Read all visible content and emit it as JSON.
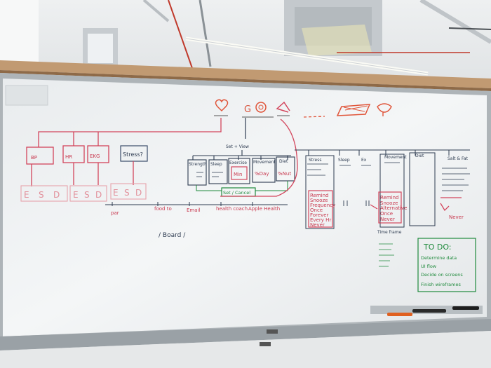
{
  "board": {
    "top_row": {
      "acronyms": [
        "BP",
        "HR",
        "EKG"
      ],
      "stress_box": "Stress?",
      "esd_groups": [
        "E",
        "S",
        "D"
      ],
      "g_label": "G"
    },
    "center_tree": {
      "branch_label": "Set + View",
      "categories": [
        "Strength",
        "Sleep",
        "Exercise",
        "Movement",
        "Diet"
      ],
      "highlights": [
        "Min",
        "%Day",
        "%Nut"
      ],
      "button": "Set / Cancel"
    },
    "right_tree": {
      "column_heads": [
        "Stress",
        "Sleep",
        "Ex",
        "Movement",
        "Diet"
      ],
      "reminder_list": [
        "Remind",
        "Snooze",
        "Frequency",
        "Once",
        "Forever",
        "Every Hr",
        "Never"
      ],
      "reminder_list_2": [
        "Remind",
        "Snooze",
        "Alternative",
        "Once",
        "Never"
      ],
      "time_frame": "Time frame",
      "salt_note": "Salt & Fat",
      "never_label": "Never"
    },
    "bottom_row": [
      "par",
      "food to",
      "Email",
      "health coach",
      "Apple Health"
    ],
    "board_label": "/ Board /",
    "todo": {
      "title": "TO DO:",
      "items": [
        "Determine data",
        "UI flow",
        "Decide on screens",
        "Finish wireframes"
      ]
    }
  }
}
